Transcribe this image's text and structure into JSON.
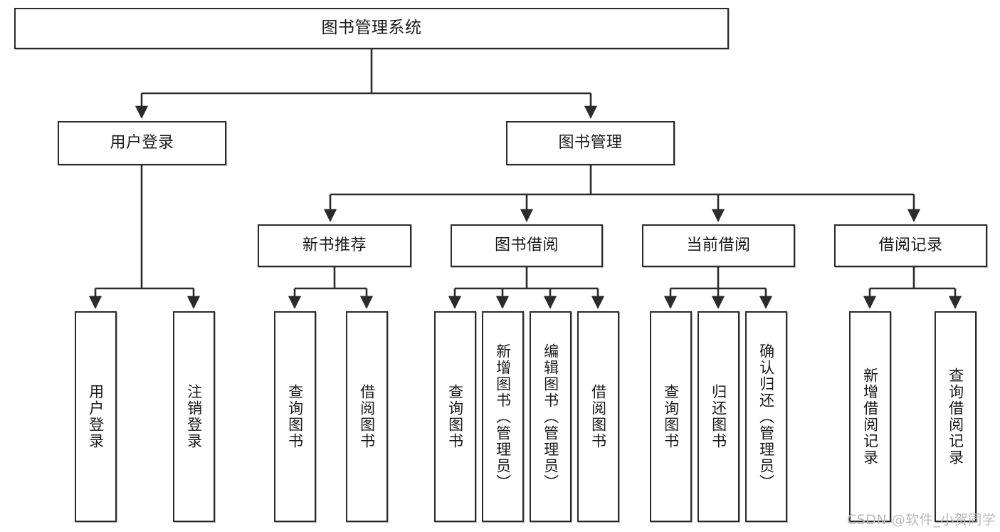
{
  "diagram": {
    "title": "图书管理系统",
    "type": "tree",
    "watermark": "CSDN @软件_小贺同学",
    "colors": {
      "box_border": "#2b2b2b",
      "box_fill": "#ffffff",
      "edge": "#2b2b2b",
      "text": "#1a1a1a",
      "watermark": "#b9b9b9"
    },
    "nodes": {
      "root": {
        "label": "图书管理系统"
      },
      "level2": [
        {
          "id": "user-login",
          "label": "用户登录"
        },
        {
          "id": "book-management",
          "label": "图书管理"
        }
      ],
      "level3": [
        {
          "id": "new-book-recommend",
          "label": "新书推荐"
        },
        {
          "id": "book-borrow",
          "label": "图书借阅"
        },
        {
          "id": "current-borrow",
          "label": "当前借阅"
        },
        {
          "id": "borrow-record",
          "label": "借阅记录"
        }
      ],
      "leaves": {
        "user_login": [
          {
            "id": "leaf-user-login",
            "label": "用户登录"
          },
          {
            "id": "leaf-logout-login",
            "label": "注销登录"
          }
        ],
        "new_book_recommend": [
          {
            "id": "leaf-query-book-1",
            "label": "查询图书"
          },
          {
            "id": "leaf-borrow-book-1",
            "label": "借阅图书"
          }
        ],
        "book_borrow": [
          {
            "id": "leaf-query-book-2",
            "label": "查询图书"
          },
          {
            "id": "leaf-add-book",
            "label": "新增图书（管理员）"
          },
          {
            "id": "leaf-edit-book",
            "label": "编辑图书（管理员）"
          },
          {
            "id": "leaf-borrow-book-2",
            "label": "借阅图书"
          }
        ],
        "current_borrow": [
          {
            "id": "leaf-query-book-3",
            "label": "查询图书"
          },
          {
            "id": "leaf-return-book",
            "label": "归还图书"
          },
          {
            "id": "leaf-confirm-return",
            "label": "确认归还（管理员）"
          }
        ],
        "borrow_record": [
          {
            "id": "leaf-add-borrow-record",
            "label": "新增借阅记录"
          },
          {
            "id": "leaf-query-borrow-record",
            "label": "查询借阅记录"
          }
        ]
      }
    }
  }
}
